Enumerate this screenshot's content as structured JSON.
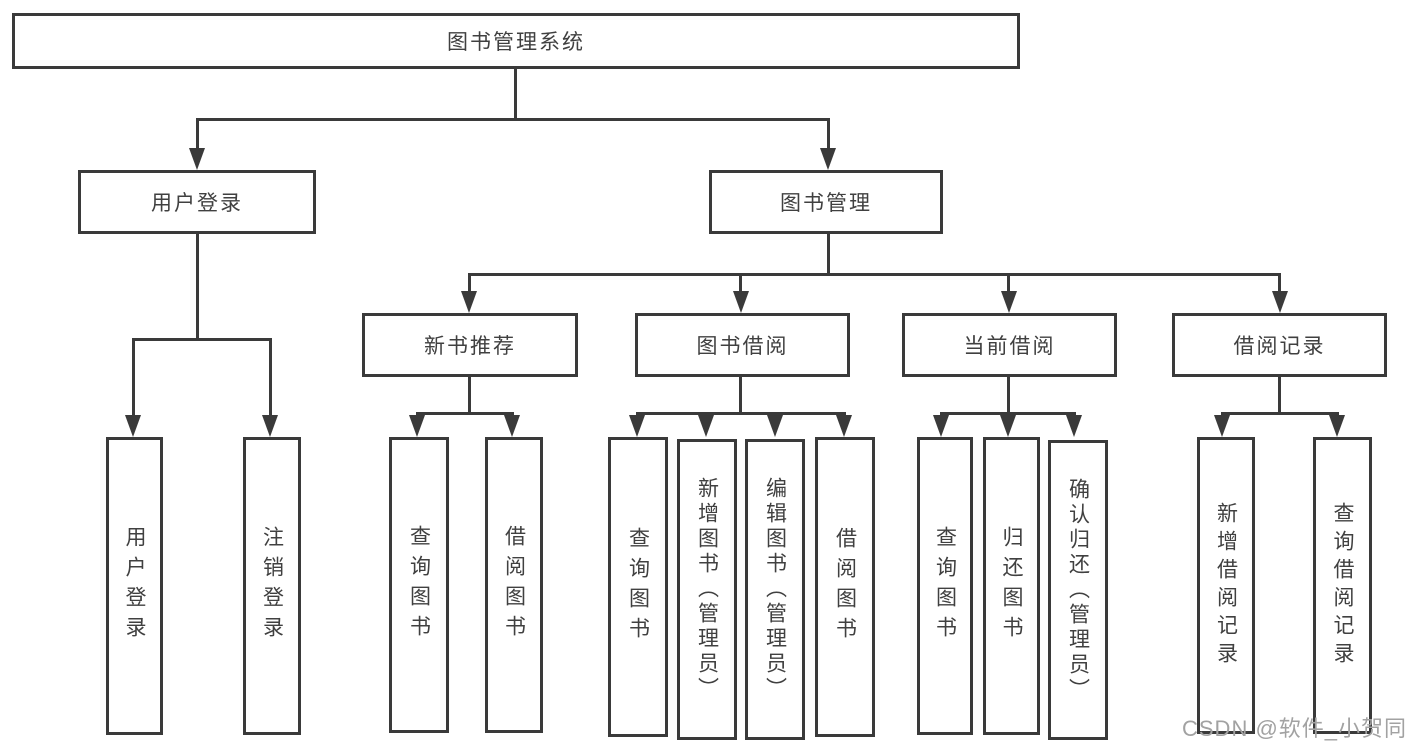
{
  "colors": {
    "line": "#3a3a3a",
    "text": "#404040",
    "background": "#ffffff",
    "watermark": "#a2a2a2"
  },
  "watermark": {
    "text": "CSDN @软件_小贺同学"
  },
  "tree": {
    "label": "图书管理系统",
    "children": [
      {
        "label": "用户登录",
        "children": [
          {
            "label": "用户登录"
          },
          {
            "label": "注销登录"
          }
        ]
      },
      {
        "label": "图书管理",
        "children": [
          {
            "label": "新书推荐",
            "children": [
              {
                "label": "查询图书"
              },
              {
                "label": "借阅图书"
              }
            ]
          },
          {
            "label": "图书借阅",
            "children": [
              {
                "label": "查询图书"
              },
              {
                "label": "新增图书（管理员）"
              },
              {
                "label": "编辑图书（管理员）"
              },
              {
                "label": "借阅图书"
              }
            ]
          },
          {
            "label": "当前借阅",
            "children": [
              {
                "label": "查询图书"
              },
              {
                "label": "归还图书"
              },
              {
                "label": "确认归还（管理员）"
              }
            ]
          },
          {
            "label": "借阅记录",
            "children": [
              {
                "label": "新增借阅记录"
              },
              {
                "label": "查询借阅记录"
              }
            ]
          }
        ]
      }
    ]
  }
}
